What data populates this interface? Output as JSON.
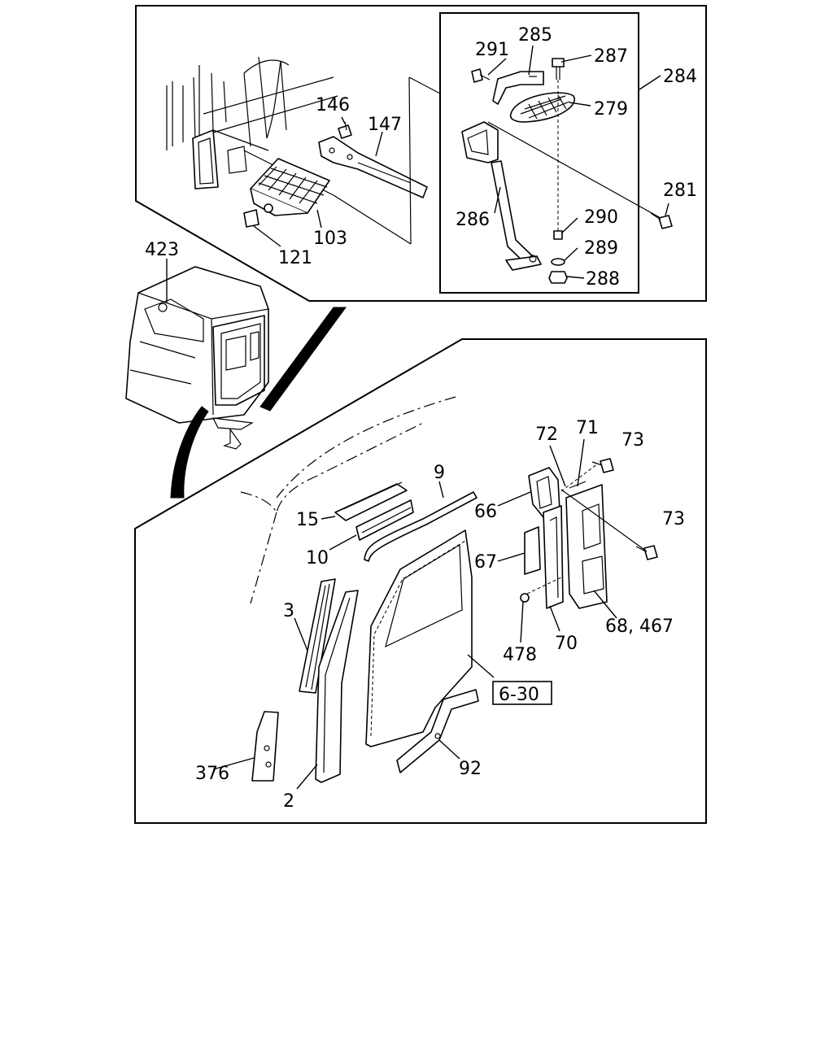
{
  "diagram": {
    "upper_panel": {
      "callouts": [
        "146",
        "147",
        "103",
        "121"
      ],
      "detail_box": {
        "callouts": [
          "291",
          "285",
          "287",
          "284",
          "279",
          "281",
          "286",
          "290",
          "289",
          "288"
        ]
      }
    },
    "cab_view": {
      "callouts": [
        "423"
      ]
    },
    "lower_panel": {
      "callouts": [
        "9",
        "15",
        "10",
        "3",
        "376",
        "2",
        "92",
        "72",
        "71",
        "73",
        "66",
        "73",
        "67",
        "478",
        "70",
        "68, 467"
      ],
      "reference_box": "6-30"
    }
  }
}
